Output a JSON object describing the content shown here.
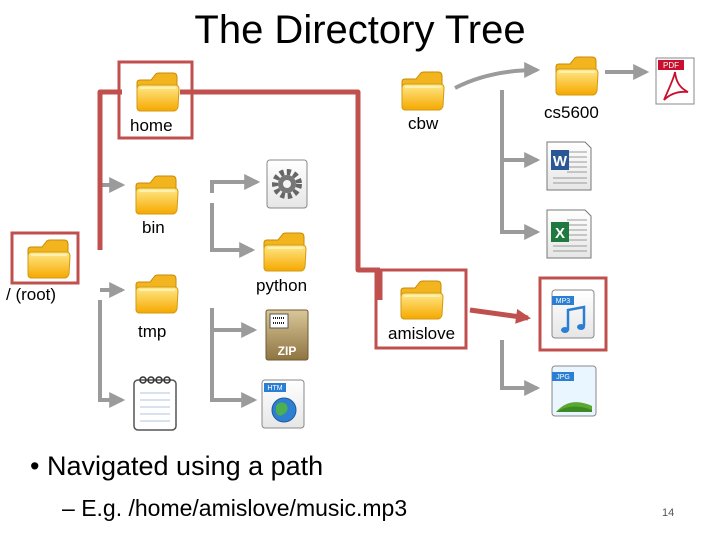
{
  "title": "The Directory Tree",
  "folders": {
    "home": "home",
    "cbw": "cbw",
    "cs5600": "cs5600",
    "bin": "bin",
    "root": "/ (root)",
    "python": "python",
    "tmp": "tmp",
    "amislove": "amislove"
  },
  "file_badges": {
    "pdf": "PDF",
    "zip": "ZIP",
    "htm": "HTM",
    "mp3": "MP3",
    "jpg": "JPG"
  },
  "icons": {
    "pdf": "pdf-file-icon",
    "word": "word-document-icon",
    "excel": "excel-spreadsheet-icon",
    "gear": "gear-executable-icon",
    "zip": "zip-archive-icon",
    "notepad": "text-file-icon",
    "html": "html-globe-icon",
    "mp3": "mp3-music-icon",
    "jpg": "image-file-icon"
  },
  "colors": {
    "highlight": "#c0504d",
    "arrow": "#9b9b9b"
  },
  "bullet": "Navigated using a path",
  "subbullet": "E.g. /home/amislove/music.mp3",
  "page_number": "14"
}
